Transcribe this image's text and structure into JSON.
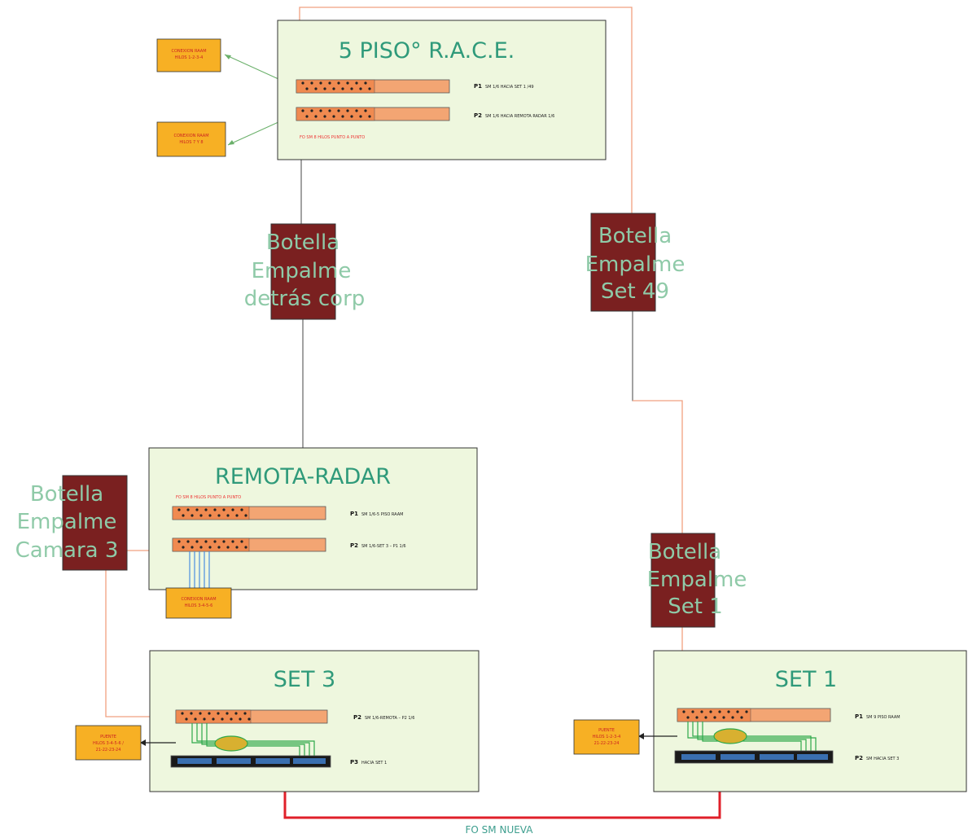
{
  "colors": {
    "site_fill": "#eef7de",
    "bottle_fill": "#7a2020",
    "panel_fill": "#f3a573",
    "label_box_fill": "#f7b024",
    "fiber_line": "#f0a080",
    "dark_line": "#444444",
    "new_fiber": "#e0202a",
    "green_patch": "#2ea84a",
    "blue_patch": "#4a8fe0"
  },
  "sites": {
    "race": {
      "title": "5 PISO° R.A.C.E.",
      "p1_id": "P1",
      "p1_text": "SM 1/6 HACIA SET 1 /49",
      "p2_id": "P2",
      "p2_text": "SM 1/6 HACIA REMOTA RADAR 1/6",
      "note": "FO SM 8 HILOS PUNTO A PUNTO"
    },
    "remota": {
      "title": "REMOTA-RADAR",
      "note": "FO SM 8 HILOS PUNTO A PUNTO",
      "p1_id": "P1",
      "p1_text": "SM 1/6-5 PISO RAAM",
      "p2_id": "P2",
      "p2_text": "SM 1/6-SET 3 – P1 1/6"
    },
    "set3": {
      "title": "SET 3",
      "p2_id": "P2",
      "p2_text": "SM 1/6-REMOTA – P2 1/6",
      "p3_id": "P3",
      "p3_text": "HACIA SET 1"
    },
    "set1": {
      "title": "SET 1",
      "p1_id": "P1",
      "p1_text": "SM 9 PISO RAAM",
      "p2_id": "P2",
      "p2_text": "SM HACIA SET 3"
    }
  },
  "bottles": {
    "detras_corp": {
      "line1": "Botella",
      "line2": "Empalme",
      "line3": "detrás corp"
    },
    "set49": {
      "line1": "Botella",
      "line2": "Empalme",
      "line3": "Set 49"
    },
    "camara3": {
      "line1": "Botella",
      "line2": "Empalme",
      "line3": "Camara 3"
    },
    "set1": {
      "line1": "Botella",
      "line2": "Empalme",
      "line3": "Set 1"
    }
  },
  "label_boxes": {
    "race_top": {
      "line1": "CONEXION RAAM",
      "line2": "HILOS 1-2-3-4"
    },
    "race_bottom": {
      "line1": "CONEXION RAAM",
      "line2": "HILOS 7 Y 8"
    },
    "remota": {
      "line1": "CONEXION RAAM",
      "line2": "HILOS 3-4-5-6"
    },
    "set3": {
      "line1": "PUENTE",
      "line2": "HILOS 3-4-5-6 /",
      "line3": "21-22-23-24"
    },
    "set1": {
      "line1": "PUENTE",
      "line2": "HILOS 1-2-3-4",
      "line3": "21-22-23-24"
    }
  },
  "bottom_label": "FO SM NUEVA"
}
